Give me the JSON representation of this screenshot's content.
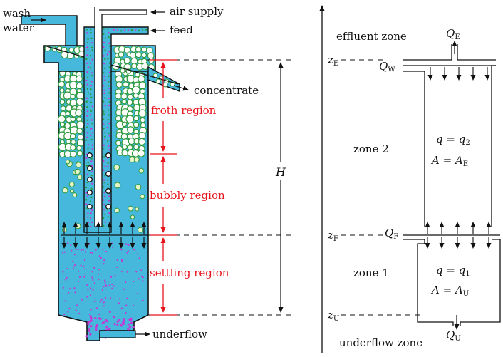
{
  "column": {
    "wash_water": "wash\nwater",
    "air_supply": "air supply",
    "feed": "feed",
    "concentrate": "concentrate",
    "underflow": "underflow",
    "regions": [
      "froth region",
      "bubbly region",
      "settling region"
    ],
    "height_label": "H"
  },
  "zone_model": {
    "effluent_zone": "effluent zone",
    "zone2": "zone 2",
    "zone1": "zone 1",
    "underflow_zone": "underflow zone",
    "zE": "z_E",
    "zF": "z_F",
    "zU": "z_U",
    "QE": "Q_E",
    "QW": "Q_W",
    "QF": "Q_F",
    "QU": "Q_U",
    "zone2_q": "q = q_2",
    "zone2_A": "A = A_E",
    "zone1_q": "q = q_1",
    "zone1_A": "A = A_U"
  },
  "colors": {
    "water": "#45b8dc",
    "froth_green": "#2d9a3a",
    "particle_magenta": "#c23bd6",
    "label_red": "#e8141c"
  }
}
